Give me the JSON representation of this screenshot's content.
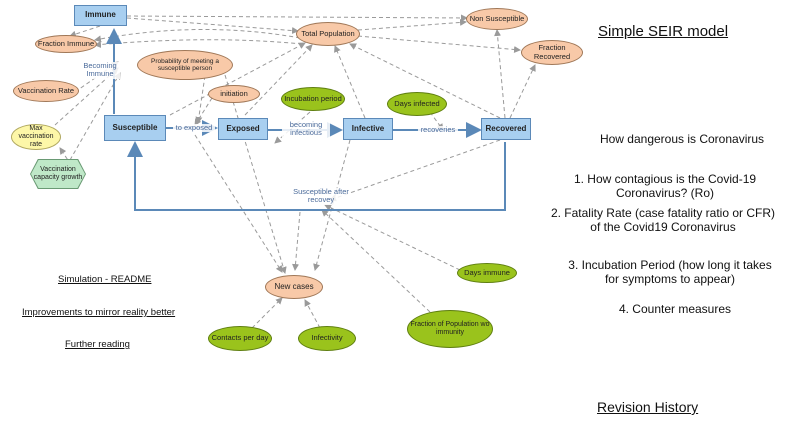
{
  "title": "Simple SEIR model",
  "stocks": {
    "immune": "Immune",
    "susceptible": "Susceptible",
    "exposed": "Exposed",
    "infective": "Infective",
    "recovered": "Recovered"
  },
  "flows": {
    "becoming_immune": "Becoming Immune",
    "to_exposed": "to exposed",
    "becoming_infectious": "becoming infectious",
    "recoveries": "recoveries",
    "susceptible_after_recovery": "Susceptible after recovey"
  },
  "variables": {
    "fraction_immune": "Fraction Immune",
    "total_population": "Total Population",
    "non_susceptible": "Non Susceptible",
    "fraction_recovered": "Fraction Recovered",
    "probability_meeting": "Probability of meeting a susceptible person",
    "initiation": "initiation",
    "vaccination_rate": "Vaccination Rate",
    "max_vaccination_rate": "Max vaccination rate",
    "vaccination_capacity_growth": "Vaccination capacity growth",
    "incubation_period": "Incubation period",
    "days_infected": "Days infected",
    "new_cases": "New cases",
    "days_immune": "Days immune",
    "contacts_per_day": "Contacts per day",
    "infectivity": "Infectivity",
    "fraction_population_immunity": "Fraction of Population wo immunity"
  },
  "links": {
    "readme": "Simulation - README",
    "improvements": "Improvements to mirror reality better",
    "further_reading": "Further reading"
  },
  "topics": {
    "how_dangerous": "How dangerous is Coronavirus",
    "contagious": "1. How contagious is the Covid-19 Coronavirus? (Ro)",
    "fatality": "2. Fatality Rate (case fatality ratio or CFR) of the Covid19 Coronavirus",
    "incubation": "3. Incubation Period (how long it takes for symptoms to appear)",
    "counter": "4. Counter measures"
  },
  "revision_history": "Revision History",
  "colors": {
    "stock_fill": "#a8cff0",
    "flow_line": "#5b89b8",
    "variable_orange": "#f8c9a8",
    "variable_green": "#9ac31c",
    "variable_yellow": "#fdf7a8",
    "connector": "#9a9a9a"
  }
}
